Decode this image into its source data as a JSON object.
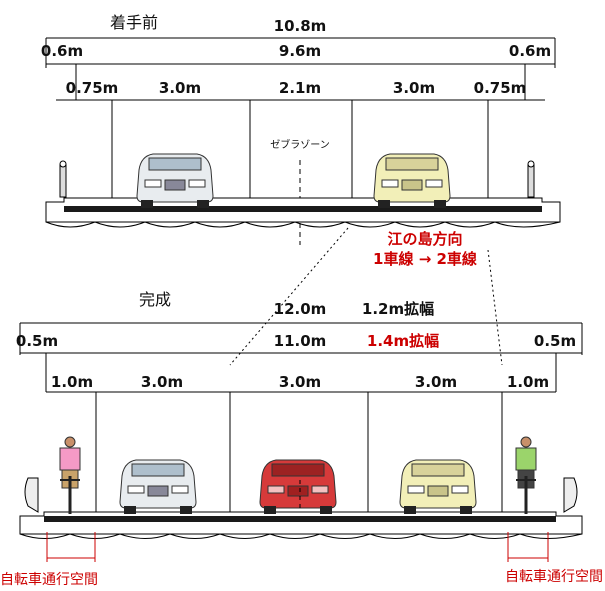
{
  "before": {
    "title": "着手前",
    "total_width": "10.8m",
    "side_left": "0.6m",
    "carriageway": "9.6m",
    "side_right": "0.6m",
    "lanes": [
      "0.75m",
      "3.0m",
      "2.1m",
      "3.0m",
      "0.75m"
    ],
    "zebra_label": "ゼブラゾーン"
  },
  "annotation": {
    "direction": "江の島方向",
    "change": "1車線 → 2車線"
  },
  "after": {
    "title": "完成",
    "total_width": "12.0m",
    "total_widening": "1.2m拡幅",
    "side_left": "0.5m",
    "carriageway": "11.0m",
    "carriageway_widening": "1.4m拡幅",
    "side_right": "0.5m",
    "lanes": [
      "1.0m",
      "3.0m",
      "3.0m",
      "3.0m",
      "1.0m"
    ],
    "bike_space_left": "自転車通行空間",
    "bike_space_right": "自転車通行空間"
  },
  "colors": {
    "line": "#000000",
    "road_surface": "#1a1a1a",
    "accent_red": "#cc0000",
    "car_white": "#e8ecef",
    "car_yellow": "#f2efb8",
    "car_red": "#d63a3a",
    "cyclist_pink": "#f59ac6",
    "cyclist_green": "#9bd46b"
  }
}
